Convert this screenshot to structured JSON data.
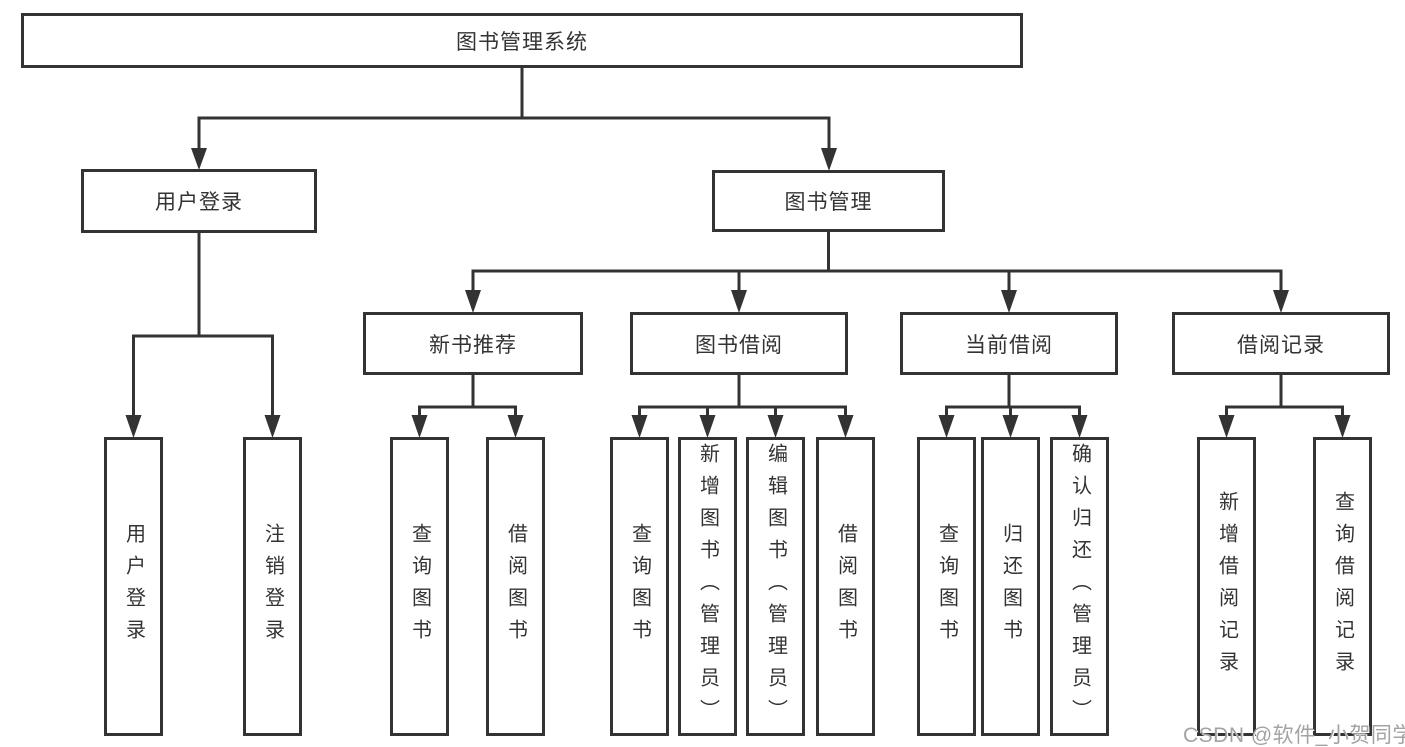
{
  "diagram": {
    "root": {
      "label": "图书管理系统"
    },
    "branches": [
      {
        "label": "用户登录",
        "children": [
          {
            "label": "用户登录"
          },
          {
            "label": "注销登录"
          }
        ]
      },
      {
        "label": "图书管理",
        "children": [
          {
            "label": "新书推荐",
            "children": [
              {
                "label": "查询图书"
              },
              {
                "label": "借阅图书"
              }
            ]
          },
          {
            "label": "图书借阅",
            "children": [
              {
                "label": "查询图书"
              },
              {
                "label": "新增图书（管理员）"
              },
              {
                "label": "编辑图书（管理员）"
              },
              {
                "label": "借阅图书"
              }
            ]
          },
          {
            "label": "当前借阅",
            "children": [
              {
                "label": "查询图书"
              },
              {
                "label": "归还图书"
              },
              {
                "label": "确认归还（管理员）"
              }
            ]
          },
          {
            "label": "借阅记录",
            "children": [
              {
                "label": "新增借阅记录"
              },
              {
                "label": "查询借阅记录"
              }
            ]
          }
        ]
      }
    ]
  },
  "watermark": {
    "text": "CSDN @软件_小贺同学"
  },
  "colors": {
    "line": "#333333",
    "box_border": "#333333",
    "box_fill": "#ffffff",
    "text": "#333333",
    "watermark": "#a3a3a3",
    "background": "#ffffff"
  }
}
